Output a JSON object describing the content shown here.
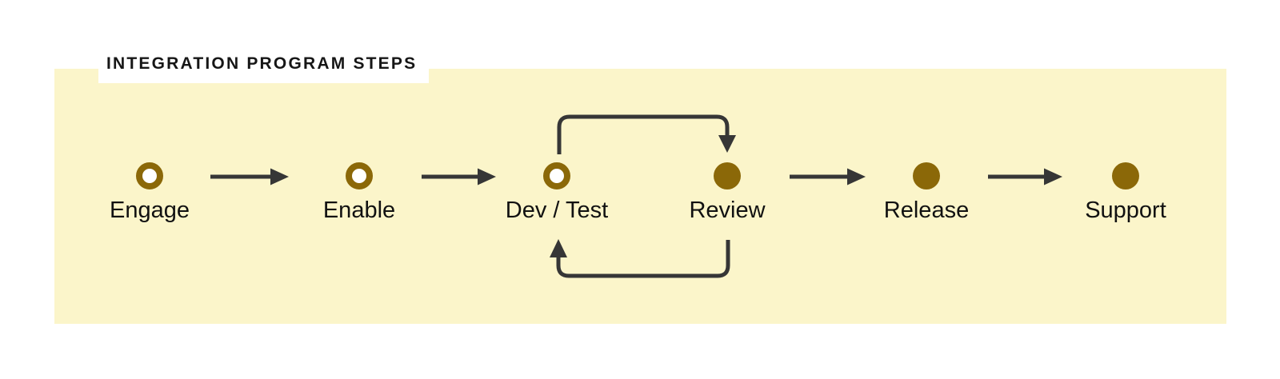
{
  "title": "INTEGRATION PROGRAM STEPS",
  "colors": {
    "page_bg": "#FFFFFF",
    "panel_bg": "#FBF5CA",
    "node_gold": "#8B6808",
    "connector": "#363636",
    "title_text": "#161616",
    "label_text": "#111111"
  },
  "steps": [
    {
      "label": "Engage",
      "marker": "hollow"
    },
    {
      "label": "Enable",
      "marker": "hollow"
    },
    {
      "label": "Dev / Test",
      "marker": "hollow"
    },
    {
      "label": "Review",
      "marker": "filled"
    },
    {
      "label": "Release",
      "marker": "filled"
    },
    {
      "label": "Support",
      "marker": "filled"
    }
  ],
  "connections": [
    {
      "from": "Engage",
      "to": "Enable",
      "type": "straight-arrow"
    },
    {
      "from": "Enable",
      "to": "Dev / Test",
      "type": "straight-arrow"
    },
    {
      "from": "Dev / Test",
      "to": "Review",
      "type": "loop-arrow-top"
    },
    {
      "from": "Review",
      "to": "Dev / Test",
      "type": "loop-arrow-bottom"
    },
    {
      "from": "Review",
      "to": "Release",
      "type": "straight-arrow"
    },
    {
      "from": "Release",
      "to": "Support",
      "type": "straight-arrow"
    }
  ]
}
